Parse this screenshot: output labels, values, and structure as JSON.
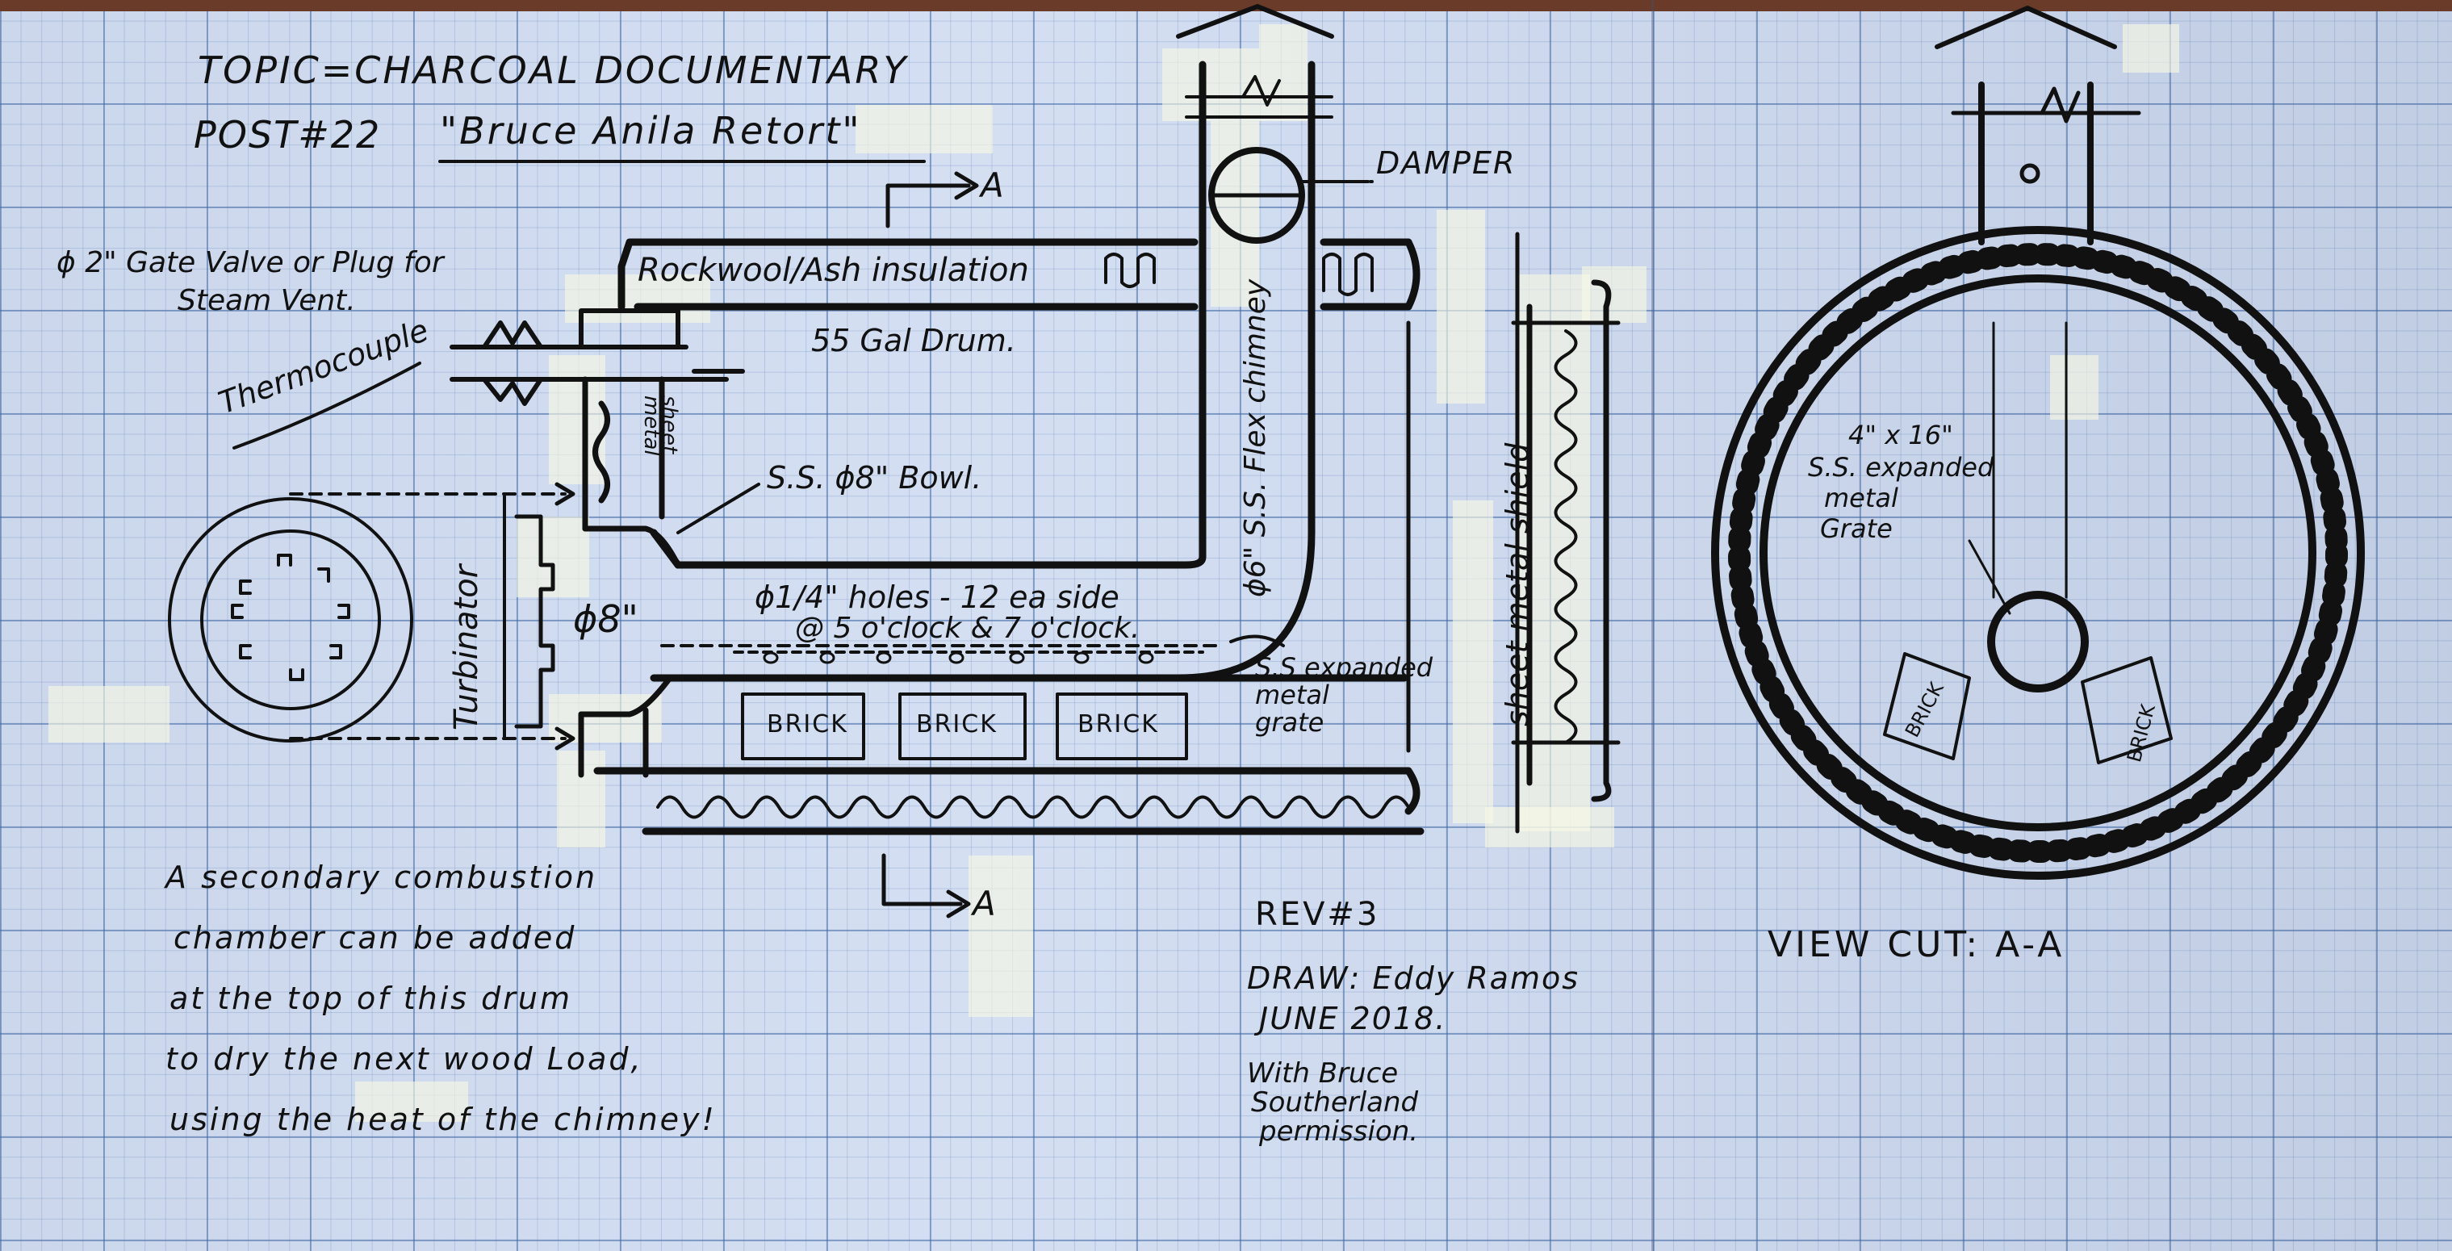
{
  "title": {
    "topic": "TOPIC=CHARCOAL DOCUMENTARY",
    "post": "POST#22",
    "name": "\"Bruce  Anila Retort\""
  },
  "labels": {
    "gate_valve_line1": "ϕ 2\" Gate Valve or Plug for",
    "gate_valve_line2": "Steam Vent.",
    "thermocouple": "Thermocouple",
    "insulation": "Rockwool/Ash insulation",
    "drum": "55 Gal Drum.",
    "sheet_metal": "sheet metal",
    "bowl": "S.S. ϕ8\" Bowl.",
    "chimney": "ϕ6\" S.S. Flex chimney",
    "damper": "DAMPER",
    "section_top": "A",
    "section_bottom": "A",
    "turbinator": "Turbinator",
    "diameter_8": "ϕ8\"",
    "holes_line1": "ϕ1/4\" holes - 12 ea side",
    "holes_line2": "@ 5 o'clock & 7 o'clock.",
    "grate_line1": "S.S expanded",
    "grate_line2": "metal",
    "grate_line3": "grate",
    "brick": [
      "BRICK",
      "BRICK",
      "BRICK"
    ],
    "shield": "sheet metal shield",
    "cut_grate_line1": "4\" x 16\"",
    "cut_grate_line2": "S.S. expanded",
    "cut_grate_line3": "metal",
    "cut_grate_line4": "Grate",
    "cut_brick": [
      "BRICK",
      "BRICK"
    ]
  },
  "note": [
    "A secondary combustion",
    "chamber can be added",
    "at the top of this drum",
    "to dry the next wood Load,",
    "using the heat of the chimney!"
  ],
  "revision": {
    "rev": "REV#3",
    "drawn": "DRAW: Eddy Ramos",
    "date": "JUNE 2018.",
    "permission": [
      "With Bruce",
      "Southerland",
      "permission."
    ]
  },
  "view_cut": "VIEW CUT: A-A"
}
